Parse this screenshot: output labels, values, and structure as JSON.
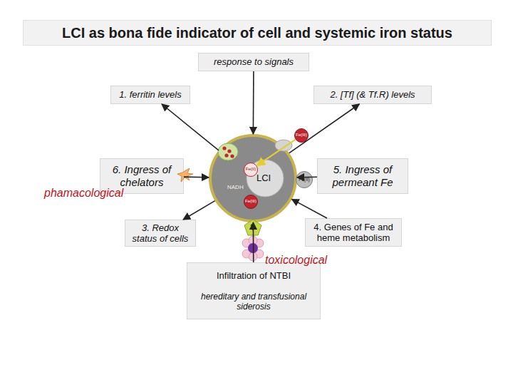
{
  "diagram": {
    "title": "LCI as bona fide indicator of cell and systemic iron status",
    "nodes": [
      {
        "text": [
          "response to signals"
        ]
      },
      {
        "text": [
          "1. ferritin levels"
        ]
      },
      {
        "text": [
          "2. [Tf] (& Tf.R) levels"
        ]
      },
      {
        "text": [
          "LCI",
          "NADH"
        ]
      },
      {
        "text": [
          "Fe(III)"
        ],
        "in": 3
      },
      {
        "text": [
          "Fe(II)"
        ],
        "in": 3
      },
      {
        "text": [
          "Fe(II)"
        ],
        "in": 3
      },
      {
        "text": [
          "Fe(III)"
        ],
        "in": 3
      },
      {
        "text": [
          "6. Ingress of chelators"
        ]
      },
      {
        "text": [
          "5. Ingress of permeant Fe"
        ]
      },
      {
        "text": [
          "3. Redox status of cells"
        ]
      },
      {
        "text": [
          "4. Genes of Fe and heme metabolism"
        ]
      },
      {
        "text": [
          "Infiltration of NTBI",
          "hereditary and transfusional siderosis"
        ]
      }
    ],
    "edges": [
      {
        "from": 0,
        "to": 3,
        "arrow": "to"
      },
      {
        "from": 3,
        "to": 1,
        "arrow": "to"
      },
      {
        "from": 3,
        "to": 2,
        "arrow": "to"
      },
      {
        "from": 8,
        "to": 3,
        "arrow": "to"
      },
      {
        "from": 9,
        "to": 3,
        "arrow": "to"
      },
      {
        "from": 3,
        "to": 10,
        "arrow": "to"
      },
      {
        "from": 11,
        "to": 3,
        "arrow": "to"
      },
      {
        "from": 12,
        "to": 3,
        "arrow": "to"
      },
      {
        "from": 4,
        "to": 5,
        "arrow": "to"
      }
    ],
    "labels": [
      "phamacological",
      "toxicological",
      "?"
    ]
  }
}
